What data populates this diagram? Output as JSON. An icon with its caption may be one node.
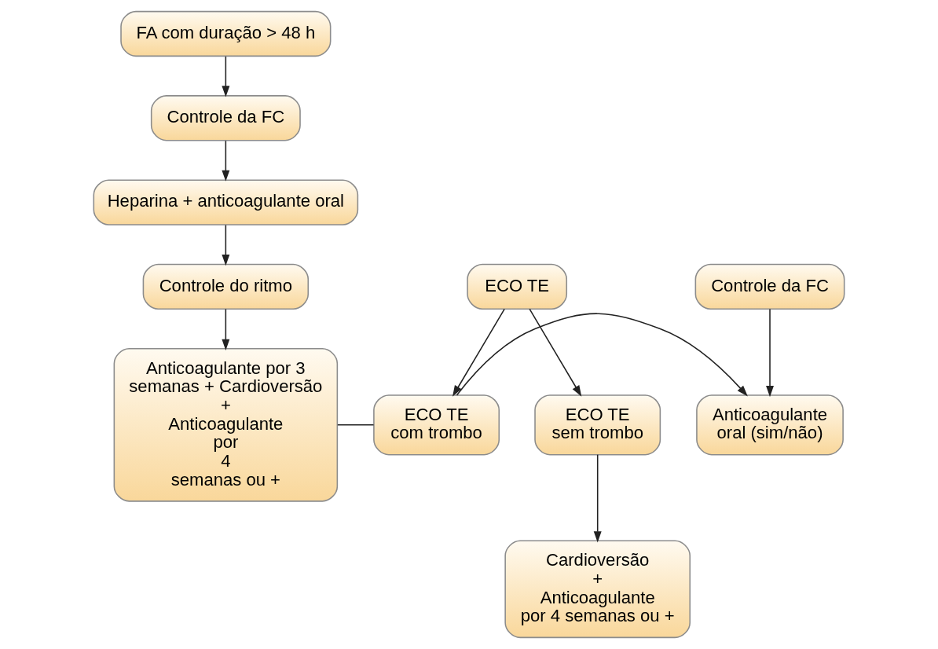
{
  "diagram": {
    "nodes": [
      {
        "text": [
          "FA com duração > 48 h"
        ]
      },
      {
        "text": [
          "Controle da FC"
        ]
      },
      {
        "text": [
          "Heparina + anticoagulante oral"
        ]
      },
      {
        "text": [
          "Controle da FC"
        ]
      },
      {
        "text": [
          "Controle do ritmo"
        ]
      },
      {
        "text": [
          "ECO TE"
        ]
      },
      {
        "text": [
          "Anticoagulante oral (sim/não)"
        ]
      },
      {
        "text": [
          "Anticoagulante por 3 semanas + Cardioversão + Anticoagulante por 4 semanas ou +"
        ]
      },
      {
        "text": [
          "ECO TE com trombo"
        ]
      },
      {
        "text": [
          "ECO TE sem trombo"
        ]
      },
      {
        "text": [
          "Cardioversão + Anticoagulante por 4 semanas ou +"
        ]
      }
    ],
    "edges": [
      {
        "from": 0,
        "to": 1,
        "arrow": "to"
      },
      {
        "from": 1,
        "to": 2,
        "arrow": "to"
      },
      {
        "from": 2,
        "to": 4,
        "arrow": "to"
      },
      {
        "from": 3,
        "to": 6,
        "arrow": "to"
      },
      {
        "from": 4,
        "to": 7,
        "arrow": "to"
      },
      {
        "from": 5,
        "to": 8,
        "arrow": "to"
      },
      {
        "from": 5,
        "to": 9,
        "arrow": "to"
      },
      {
        "from": 9,
        "to": 10,
        "arrow": "to"
      },
      {
        "from": 7,
        "to": 8,
        "arrow": "none"
      },
      {
        "from": 8,
        "to": 6,
        "arrow": "to"
      }
    ]
  }
}
